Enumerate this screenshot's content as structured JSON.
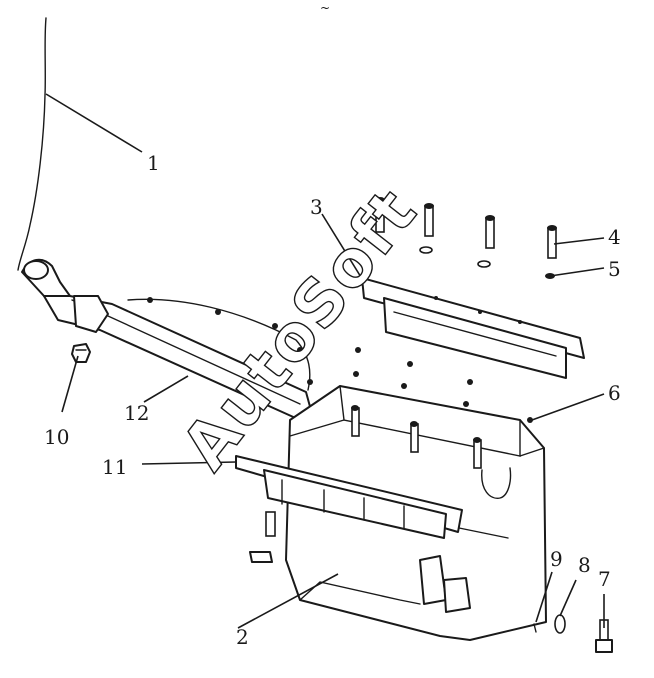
{
  "diagram": {
    "callouts": [
      "1",
      "2",
      "3",
      "4",
      "5",
      "6",
      "7",
      "8",
      "9",
      "10",
      "11",
      "12"
    ],
    "watermark": "AutoSoft",
    "top_mark": "~"
  }
}
